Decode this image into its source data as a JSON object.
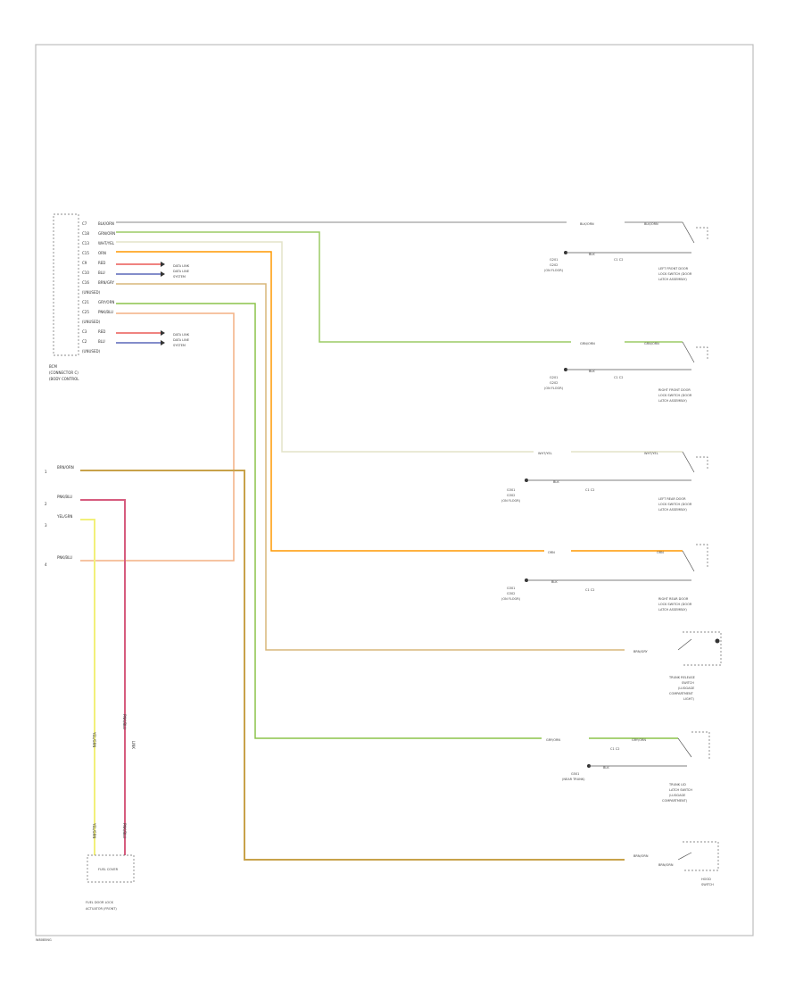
{
  "diagram": {
    "page_id": "W8085NG",
    "module": {
      "label_line1": "BCM",
      "label_line2": "(CONNECTOR C)",
      "label_line3": "(BODY CONTROL",
      "pins": [
        {
          "pin": "C7",
          "wire": "BLK/ORN"
        },
        {
          "pin": "C18",
          "wire": "GRN/ORN"
        },
        {
          "pin": "C13",
          "wire": "WHT/YEL"
        },
        {
          "pin": "C15",
          "wire": "ORN"
        },
        {
          "pin": "C9",
          "wire": "RED"
        },
        {
          "pin": "C10",
          "wire": "BLU"
        },
        {
          "pin": "C16",
          "wire": "BRN/GRY"
        },
        {
          "pin": "",
          "wire": "(UNUSED)"
        },
        {
          "pin": "C21",
          "wire": "GRY/ORN"
        },
        {
          "pin": "C25",
          "wire": "PNK/BLU"
        },
        {
          "pin": "",
          "wire": "(UNUSED)"
        },
        {
          "pin": "C3",
          "wire": "RED"
        },
        {
          "pin": "C2",
          "wire": "BLU"
        },
        {
          "pin": "",
          "wire": "(UNUSED)"
        }
      ],
      "can_ref_1": [
        "DATA LINK",
        "DATA LINE",
        "SYSTEM"
      ],
      "can_ref_2": [
        "DATA LINK",
        "DATA LINE",
        "SYSTEM"
      ]
    },
    "left_connector": {
      "pins": [
        {
          "pin": "1",
          "wire": "BRN/ORN"
        },
        {
          "pin": "2",
          "wire": "PNK/BLU"
        },
        {
          "pin": "3",
          "wire": "YEL/GRN"
        },
        {
          "pin": "4",
          "wire": "PNK/BLU"
        }
      ]
    },
    "vertical_wire_labels": {
      "yellow": "YEL/GRN",
      "red": "PNK/BLU",
      "marker": "LINK"
    },
    "bottom_component": {
      "box_label": "FUEL COVER",
      "caption_line1": "FUEL DOOR LOCK",
      "caption_line2": "ACTUATOR (FRONT)"
    },
    "switches": [
      {
        "wire_in": "BLK/ORN",
        "wire_out": "BLK/ORN",
        "ground_wire": "BLK",
        "ground_label": [
          "G201",
          "G202",
          "(ON FLOOR)"
        ],
        "connector": "C1 C2",
        "caption": [
          "LEFT FRONT DOOR",
          "LOCK SWITCH (DOOR",
          "LATCH ASSEMBLY)"
        ]
      },
      {
        "wire_in": "GRN/ORN",
        "wire_out": "GRN/ORN",
        "ground_wire": "BLK",
        "ground_label": [
          "G201",
          "G202",
          "(ON FLOOR)"
        ],
        "connector": "C1 C2",
        "caption": [
          "RIGHT FRONT DOOR",
          "LOCK SWITCH (DOOR",
          "LATCH ASSEMBLY)"
        ]
      },
      {
        "wire_in": "WHT/YEL",
        "wire_out": "WHT/YEL",
        "ground_wire": "BLK",
        "ground_label": [
          "G301",
          "G302",
          "(ON FLOOR)"
        ],
        "connector": "C1 C2",
        "caption": [
          "LEFT REAR DOOR",
          "LOCK SWITCH (DOOR",
          "LATCH ASSEMBLY)"
        ]
      },
      {
        "wire_in": "ORN",
        "wire_out": "ORN",
        "ground_wire": "BLK",
        "ground_label": [
          "G301",
          "G302",
          "(ON FLOOR)"
        ],
        "connector": "C1 C2",
        "caption": [
          "RIGHT REAR DOOR",
          "LOCK SWITCH (DOOR",
          "LATCH ASSEMBLY)"
        ]
      },
      {
        "wire_in": "BRN/GRY",
        "wire_out": "",
        "caption": [
          "TRUNK RELEASE",
          "SWITCH",
          "(LUGGAGE",
          "COMPARTMENT",
          "LIGHT)"
        ]
      },
      {
        "wire_in": "GRY/ORN",
        "wire_out": "GRY/ORN",
        "ground_wire": "BLK",
        "ground_label": [
          "G501",
          "(NEAR TRUNK)"
        ],
        "connector": "C1 C2",
        "caption": [
          "TRUNK LID",
          "LATCH SWITCH",
          "(LUGGAGE",
          "COMPARTMENT)"
        ]
      },
      {
        "wire_in": "BRN/ORN",
        "wire_out": "BRN/ORN",
        "caption": [
          "HOOD",
          "SWITCH"
        ]
      }
    ]
  }
}
